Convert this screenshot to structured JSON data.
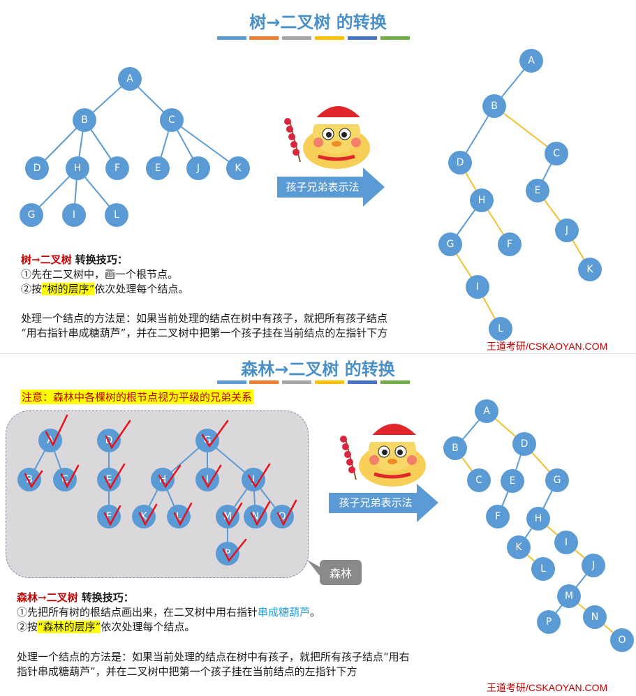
{
  "slide1": {
    "title": "树→二叉树 的转换",
    "arrow_label": "孩子兄弟表示法",
    "tip_head_red": "树→二叉树",
    "tip_head_rest": " 转换技巧：",
    "tip_line1": "①先在二叉树中，画一个根节点。",
    "tip_line2_pre": "②按",
    "tip_line2_hl": "“树的层序”",
    "tip_line2_post": "依次处理每个结点。",
    "method_line1": "处理一个结点的方法是：如果当前处理的结点在树中有孩子，就把所有孩子结点",
    "method_line2": "“用右指针串成糖葫芦”，并在二叉树中把第一个孩子挂在当前结点的左指针下方",
    "footer": "王道考研/CSKAOYAN.COM"
  },
  "slide2": {
    "title": "森林→二叉树 的转换",
    "note": "注意：森林中各棵树的根节点视为平级的兄弟关系",
    "callout": "森林",
    "arrow_label": "孩子兄弟表示法",
    "tip_head_red": "森林→二叉树",
    "tip_head_rest": " 转换技巧：",
    "tip_line1_pre": "①先把所有树的根结点画出来，在二叉树中用右指针",
    "tip_line1_blue": "串成糖葫芦",
    "tip_line1_post": "。",
    "tip_line2_pre": "②按",
    "tip_line2_hl": "“森林的层序”",
    "tip_line2_post": "依次处理每个结点。",
    "method_line1": "处理一个结点的方法是：如果当前处理的结点在树中有孩子，就把所有孩子结点“用右",
    "method_line2": "指针串成糖葫芦”，并在二叉树中把第一个孩子挂在当前结点的左指针下方",
    "footer": "王道考研/CSKAOYAN.COM"
  },
  "colors": {
    "node": "#5b9bd5",
    "tree_edge": "#5b9bd5",
    "sibling_edge": "#f2c12e",
    "title": "#4a90c8",
    "accent_red": "#c00000",
    "check_red": "#e8101a",
    "divider_bars": [
      "#5b9bd5",
      "#ed7d31",
      "#a5a5a5",
      "#ffc000",
      "#4472c4",
      "#70ad47"
    ]
  },
  "tree1": {
    "nodes": [
      "A",
      "B",
      "C",
      "D",
      "H",
      "F",
      "E",
      "J",
      "K",
      "G",
      "I",
      "L"
    ]
  },
  "binary1": {
    "nodes": [
      "A",
      "B",
      "D",
      "C",
      "H",
      "E",
      "G",
      "F",
      "J",
      "I",
      "K",
      "L"
    ]
  },
  "forest": {
    "nodes": [
      "A",
      "B",
      "C",
      "D",
      "E",
      "F",
      "G",
      "H",
      "I",
      "J",
      "K",
      "L",
      "M",
      "N",
      "O",
      "P"
    ]
  },
  "binary2": {
    "nodes": [
      "A",
      "B",
      "D",
      "C",
      "E",
      "G",
      "F",
      "H",
      "I",
      "K",
      "J",
      "L",
      "M",
      "P",
      "N",
      "O"
    ]
  }
}
